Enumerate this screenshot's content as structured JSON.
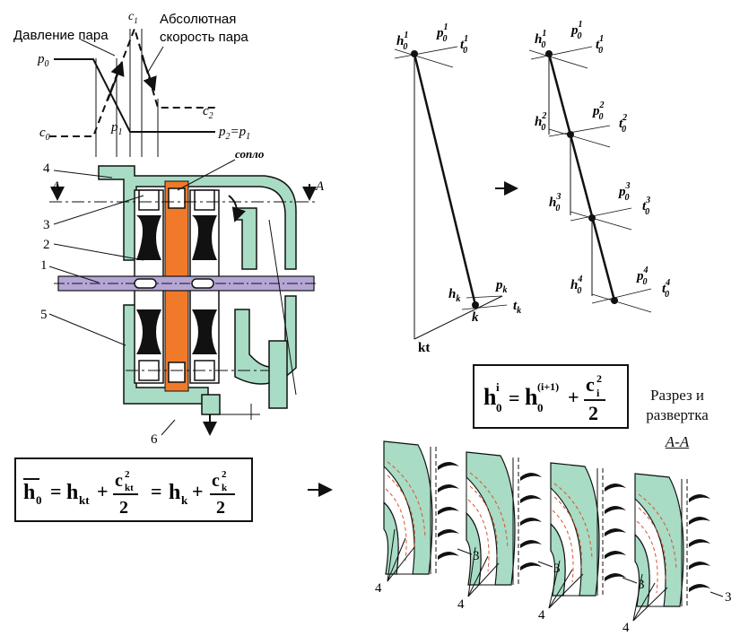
{
  "colors": {
    "casing_fill": "#a8dcc5",
    "nozzle_fill": "#f07a2a",
    "shaft_fill": "#b6a6d6",
    "blade_fill": "#111111",
    "line": "#111111",
    "dash": "#d9542a"
  },
  "top_diagram": {
    "pressure_label": "Давление пара",
    "velocity_label_line1": "Абсолютная",
    "velocity_label_line2": "скорость пара",
    "p0": "p",
    "p0_sub": "0",
    "p1": "p",
    "p1_sub": "1",
    "p2eq": "p",
    "p2eq_sub": "2",
    "p2eq_rhs": "=p",
    "p2eq_rhs_sub": "1",
    "c0": "c",
    "c0_sub": "0",
    "c1": "c",
    "c1_sub": "1",
    "c2": "c",
    "c2_sub": "2"
  },
  "section_labels": {
    "nozzle": "сопло",
    "A_left": "A",
    "A_right": "A",
    "n1": "1",
    "n2": "2",
    "n3": "3",
    "n4": "4",
    "n5": "5",
    "n6": "6"
  },
  "hs_left": {
    "h0": "h",
    "h0_sub": "0",
    "h0_sup": "1",
    "p0": "p",
    "p0_sub": "0",
    "p0_sup": "1",
    "t0": "t",
    "t0_sub": "0",
    "t0_sup": "1",
    "hk": "h",
    "hk_sub": "k",
    "pk": "p",
    "pk_sub": "k",
    "tk": "t",
    "tk_sub": "k",
    "k": "k",
    "kt": "kt"
  },
  "hs_right": {
    "stages": [
      {
        "h": "h",
        "sub": "0",
        "sup": "1",
        "p": "p",
        "psub": "0",
        "psup": "1",
        "t": "t",
        "tsub": "0",
        "tsup": "1"
      },
      {
        "h": "h",
        "sub": "0",
        "sup": "2",
        "p": "p",
        "psub": "0",
        "psup": "2",
        "t": "t",
        "tsub": "0",
        "tsup": "2"
      },
      {
        "h": "h",
        "sub": "0",
        "sup": "3",
        "p": "p",
        "psub": "0",
        "psup": "3",
        "t": "t",
        "tsub": "0",
        "tsup": "3"
      },
      {
        "h": "h",
        "sub": "0",
        "sup": "4",
        "p": "p",
        "psub": "0",
        "psup": "4",
        "t": "t",
        "tsub": "0",
        "tsup": "4"
      }
    ]
  },
  "formula_right": {
    "lhs": "h",
    "lhs_sub": "0",
    "lhs_sup": "i",
    "eq": "=",
    "rhs1": "h",
    "rhs1_sub": "0",
    "rhs1_sup": "(i+1)",
    "plus": "+",
    "num": "c",
    "num_sub": "i",
    "num_sup": "2",
    "den": "2"
  },
  "formula_left": {
    "lhs": "h",
    "lhs_sub": "0",
    "eq1": "=",
    "t1": "h",
    "t1_sub": "kt",
    "plus1": "+",
    "num1": "c",
    "num1_sub": "kt",
    "num1_sup": "2",
    "den1": "2",
    "eq2": "=",
    "t2": "h",
    "t2_sub": "k",
    "plus2": "+",
    "num2": "c",
    "num2_sub": "k",
    "num2_sup": "2",
    "den2": "2"
  },
  "caption": {
    "line1": "Разрез и",
    "line2": "развертка",
    "line3": "A-A"
  },
  "bottom_labels": {
    "four": "4",
    "three": "3"
  },
  "arrows": {
    "right": "→"
  }
}
